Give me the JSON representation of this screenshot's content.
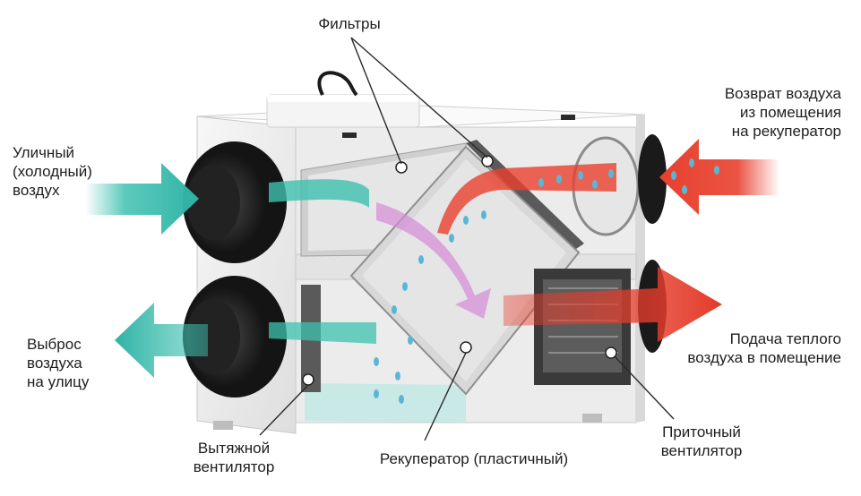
{
  "labels": {
    "filters": [
      "Фильтры"
    ],
    "outdoor_air": [
      "Уличный",
      "(холодный)",
      "воздух"
    ],
    "exhaust_out": [
      "Выброс",
      "воздуха",
      "на улицу"
    ],
    "return_air": [
      "Возврат воздуха",
      "из помещения",
      "на рекуператор"
    ],
    "supply_warm": [
      "Подача теплого",
      "воздуха в помещение"
    ],
    "exhaust_fan": [
      "Вытяжной",
      "вентилятор"
    ],
    "recuperator": [
      "Рекуператор (пластичный)"
    ],
    "supply_fan": [
      "Приточный",
      "вентилятор"
    ]
  },
  "colors": {
    "cold_air": "#3fc1b0",
    "warm_air": "#e8402e",
    "mixed_air": "#d58ad6",
    "housing": "#f1f1f1",
    "duct": "#1f1f1f",
    "leader": "#2a2a2a",
    "droplet": "#59b7d6"
  }
}
